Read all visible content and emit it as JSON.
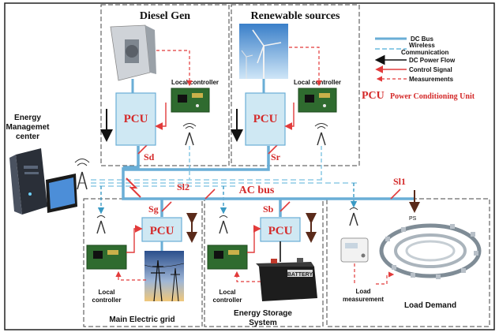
{
  "sections": {
    "diesel": "Diesel Gen",
    "renewable": "Renewable sources",
    "grid": "Main Electric grid",
    "storage_line1": "Energy Storage",
    "storage_line2": "System",
    "load": "Load Demand"
  },
  "emc": {
    "line1": "Energy",
    "line2": "Managemet",
    "line3": "center"
  },
  "pcu_label": "PCU",
  "local_controller": "Local controller",
  "local_line1": "Local",
  "local_line2": "controller",
  "load_meas_line1": "Load",
  "load_meas_line2": "measurement",
  "battery": "BATTERY",
  "switches": {
    "sd": "Sd",
    "sr": "Sr",
    "sg": "Sg",
    "sb": "Sb",
    "sl2": "Sl2",
    "sl1": "Sl1",
    "ps": "PS"
  },
  "ac_bus": "AC bus",
  "legend": {
    "dc_bus": "DC Bus",
    "wireless_1": "Wireless",
    "wireless_2": "Communication",
    "dc_flow": "DC Power Flow",
    "control": "Control Signal",
    "measurements": "Measurements",
    "pcu_abbr": "PCU",
    "pcu_full": "Power Conditioning Unit"
  },
  "colors": {
    "bus": "#6aaed6",
    "wireless": "#8fcbe6",
    "control": "#e23b3b",
    "pcu_fill": "#cfe8f3",
    "dark": "#222222"
  }
}
